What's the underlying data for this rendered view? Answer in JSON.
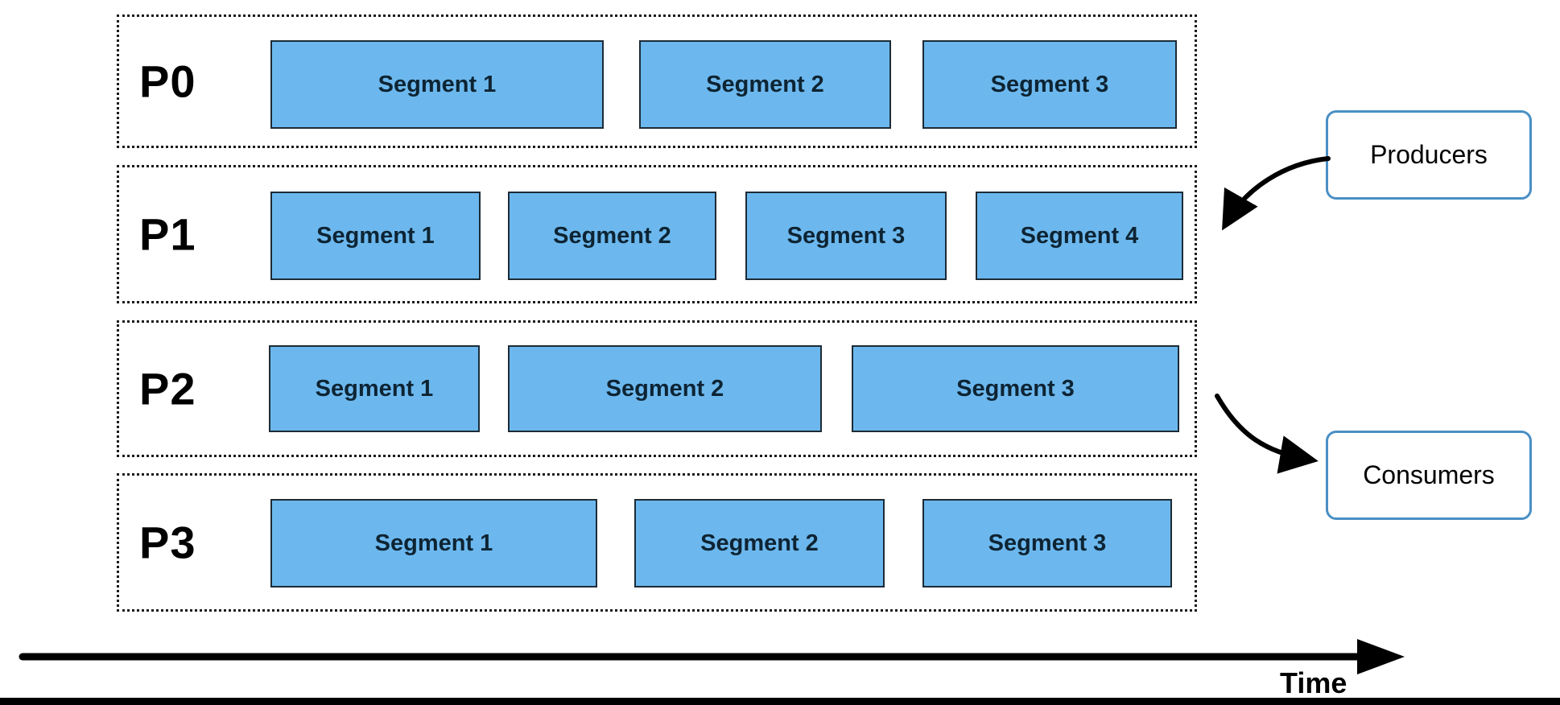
{
  "diagram": {
    "partitions": [
      {
        "label": "P0",
        "segments": [
          "Segment 1",
          "Segment 2",
          "Segment 3"
        ]
      },
      {
        "label": "P1",
        "segments": [
          "Segment 1",
          "Segment 2",
          "Segment 3",
          "Segment 4"
        ]
      },
      {
        "label": "P2",
        "segments": [
          "Segment 1",
          "Segment 2",
          "Segment 3"
        ]
      },
      {
        "label": "P3",
        "segments": [
          "Segment 1",
          "Segment 2",
          "Segment 3"
        ]
      }
    ],
    "producers_label": "Producers",
    "consumers_label": "Consumers",
    "time_axis_label": "Time",
    "colors": {
      "segment_fill": "#6cb8ee",
      "segment_border": "#1c2b36",
      "segment_text": "#0e2433",
      "partition_dotted_border": "#1a1a1a",
      "io_box_border": "#4a8fc4",
      "arrow": "#000000",
      "background": "#ffffff"
    }
  }
}
